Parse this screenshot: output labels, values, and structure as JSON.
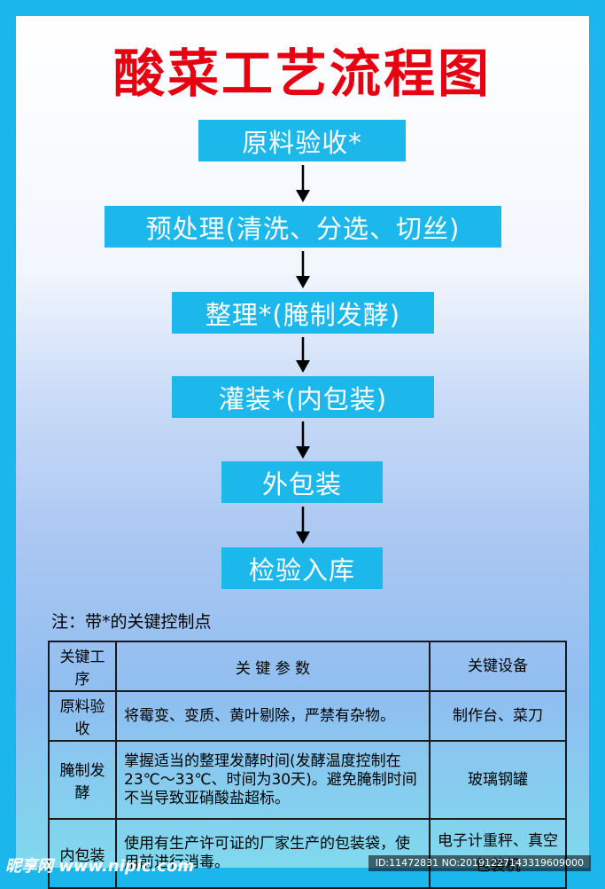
{
  "title": "酸菜工艺流程图",
  "steps": [
    "原料验收*",
    "预处理(清洗、分选、切丝)",
    "整理*(腌制发酵)",
    "灌装*(内包装)",
    "外包装",
    "检验入库"
  ],
  "note": "注：带*的关键控制点",
  "table": {
    "headers": [
      "关键工序",
      "关 键 参 数",
      "关键设备"
    ],
    "rows": [
      {
        "process": "原料验收",
        "params": "将霉变、变质、黄叶剔除，严禁有杂物。",
        "equipment": "制作台、菜刀"
      },
      {
        "process": "腌制发酵",
        "params": "掌握适当的整理发酵时间(发酵温度控制在23℃～33℃、时间为30天)。避免腌制时间不当导致亚硝酸盐超标。",
        "equipment": "玻璃钢罐"
      },
      {
        "process": "内包装",
        "params": "使用有生产许可证的厂家生产的包装袋，使用前进行消毒。",
        "equipment": "电子计重秤、真空包装机"
      }
    ]
  },
  "watermark": {
    "brand": "昵享网 www.nipic.com",
    "id": "ID:11472831 NO:20191227143319609000"
  },
  "colors": {
    "title": "#e60012",
    "box": "#1cb8ec",
    "frame": "#1ab6ec"
  }
}
